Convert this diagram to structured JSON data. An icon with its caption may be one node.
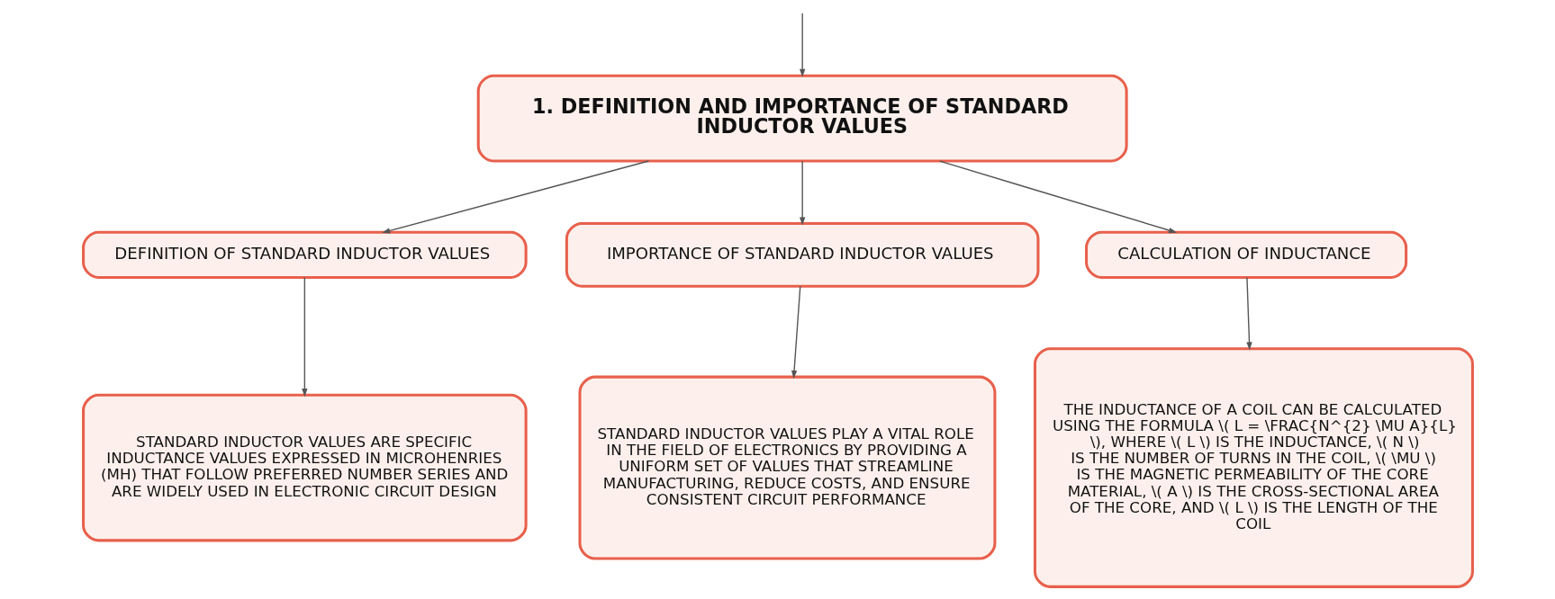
{
  "diagram": {
    "nodes": [
      {
        "text": [
          "1. DEFINITION AND IMPORTANCE OF STANDARD INDUCTOR VALUES"
        ]
      },
      {
        "text": [
          "DEFINITION OF STANDARD INDUCTOR VALUES"
        ]
      },
      {
        "text": [
          "IMPORTANCE OF STANDARD INDUCTOR VALUES"
        ]
      },
      {
        "text": [
          "CALCULATION OF INDUCTANCE"
        ]
      },
      {
        "text": [
          "STANDARD INDUCTOR VALUES ARE SPECIFIC INDUCTANCE VALUES EXPRESSED IN MICROHENRIES (MH) THAT FOLLOW PREFERRED NUMBER SERIES AND ARE WIDELY USED IN ELECTRONIC CIRCUIT DESIGN"
        ]
      },
      {
        "text": [
          "STANDARD INDUCTOR VALUES PLAY A VITAL ROLE IN THE FIELD OF ELECTRONICS BY PROVIDING A UNIFORM SET OF VALUES THAT STREAMLINE MANUFACTURING, REDUCE COSTS, AND ENSURE CONSISTENT CIRCUIT PERFORMANCE"
        ]
      },
      {
        "text": [
          "THE INDUCTANCE OF A COIL CAN BE CALCULATED USING THE FORMULA \\( L = \\FRAC{N^{2} \\MU A}{L} \\), WHERE \\( L \\) IS THE INDUCTANCE, \\( N \\) IS THE NUMBER OF TURNS IN THE COIL, \\( \\MU \\) IS THE MAGNETIC PERMEABILITY OF THE CORE MATERIAL, \\( A \\) IS THE CROSS-SECTIONAL AREA OF THE CORE, AND \\( L \\) IS THE LENGTH OF THE COIL"
        ]
      }
    ],
    "edges": [
      {
        "from": null,
        "to": 0,
        "arrow": "to"
      },
      {
        "from": 0,
        "to": 1,
        "arrow": "to"
      },
      {
        "from": 0,
        "to": 2,
        "arrow": "to"
      },
      {
        "from": 0,
        "to": 3,
        "arrow": "to"
      },
      {
        "from": 1,
        "to": 4,
        "arrow": "to"
      },
      {
        "from": 2,
        "to": 5,
        "arrow": "to"
      },
      {
        "from": 3,
        "to": 6,
        "arrow": "to"
      }
    ]
  }
}
